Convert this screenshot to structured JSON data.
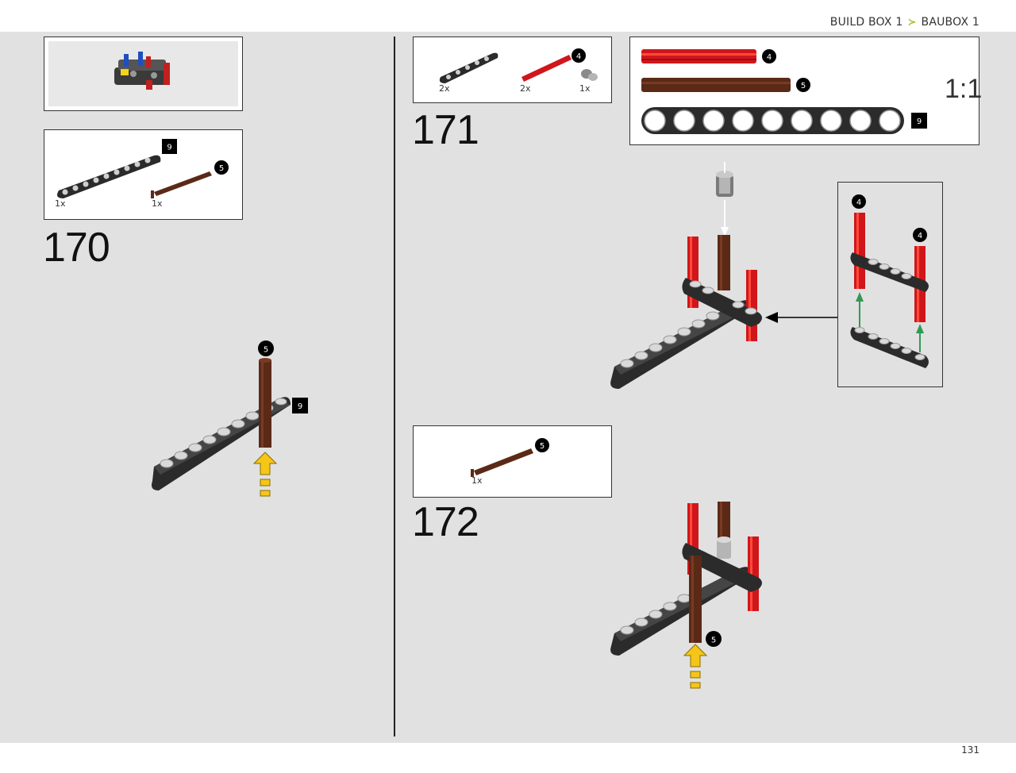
{
  "header": {
    "build_box": "BUILD BOX 1",
    "separator_icon": "chevron-right-icon",
    "baubox": "BAUBOX 1",
    "accent_color": "#9bc53d"
  },
  "page_number": "131",
  "steps": [
    {
      "number": "170",
      "parts": [
        {
          "qty": "1x",
          "label": "9"
        },
        {
          "qty": "1x",
          "label": "5"
        }
      ],
      "callouts": [
        "5",
        "9"
      ]
    },
    {
      "number": "171",
      "parts": [
        {
          "qty": "2x",
          "label": ""
        },
        {
          "qty": "2x",
          "label": "4"
        },
        {
          "qty": "1x",
          "label": ""
        }
      ],
      "scale_guide": {
        "ratio": "1:1",
        "labels": [
          "4",
          "5",
          "9"
        ]
      },
      "subassembly_callouts": [
        "4",
        "4"
      ]
    },
    {
      "number": "172",
      "parts": [
        {
          "qty": "1x",
          "label": "5"
        }
      ],
      "callouts": [
        "5"
      ]
    }
  ]
}
